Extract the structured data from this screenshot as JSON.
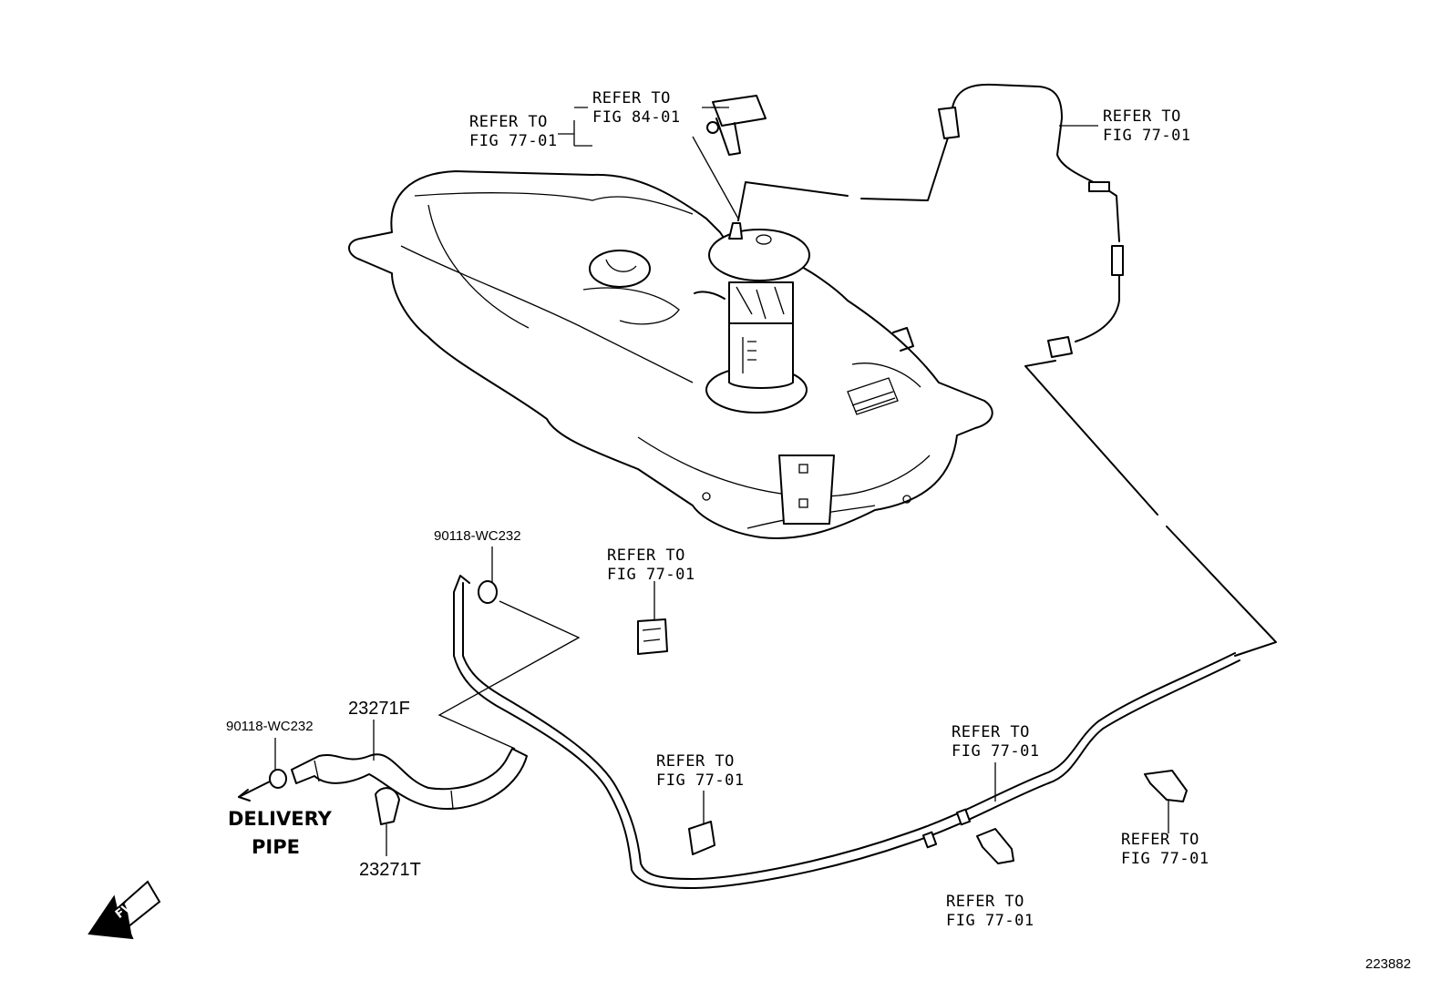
{
  "refs": {
    "ref_84_01": "REFER TO\nFIG 84-01",
    "ref_pump": "REFER TO\nFIG 77-01",
    "ref_top_right": "REFER TO\nFIG 77-01",
    "ref_connector": "REFER TO\nFIG 77-01",
    "ref_clip_mid": "REFER TO\nFIG 77-01",
    "ref_pipe": "REFER TO\nFIG 77-01",
    "ref_clip_bottom": "REFER TO\nFIG 77-01",
    "ref_clip_right": "REFER TO\nFIG 77-01"
  },
  "parts": {
    "clamp_upper": "90118-WC232",
    "clamp_lower": "90118-WC232",
    "hose": "23271F",
    "clip": "23271T"
  },
  "delivery_pipe": "DELIVERY\nPIPE",
  "fwd_marker": "FWD",
  "figure_number": "223882"
}
